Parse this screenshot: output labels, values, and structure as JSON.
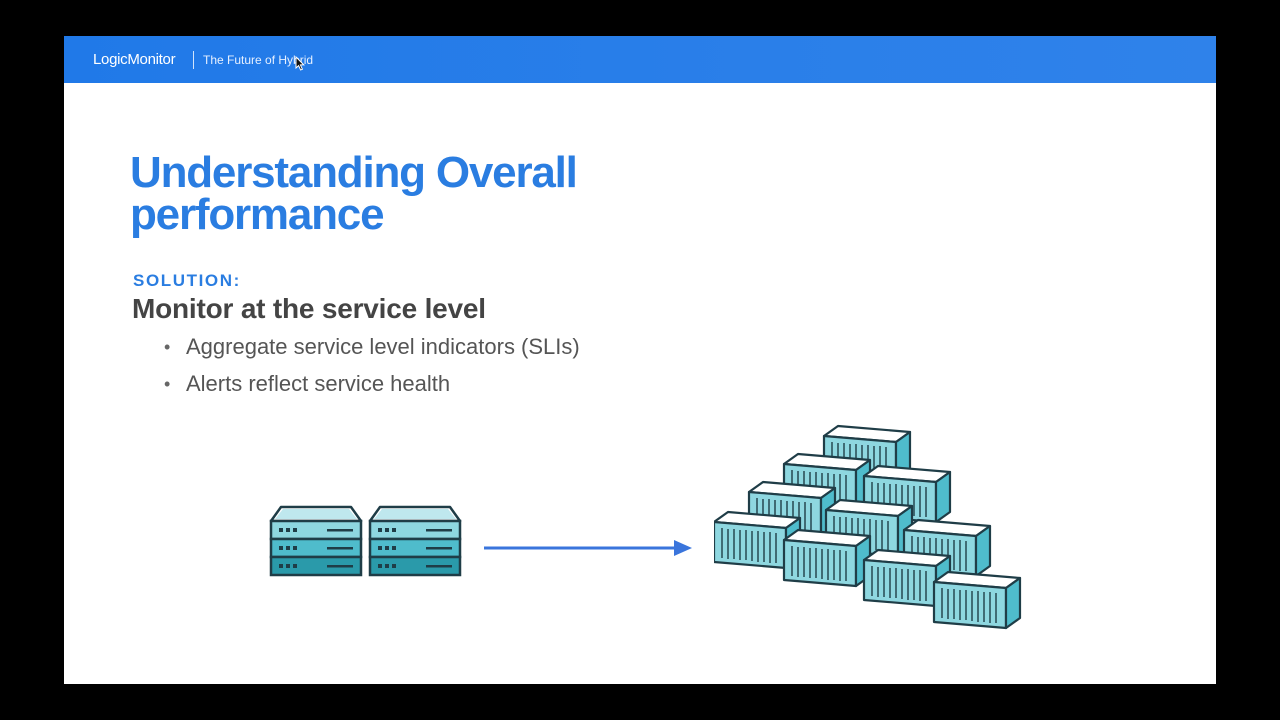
{
  "header": {
    "brand": "LogicMonitor",
    "tagline": "The Future of Hybrid"
  },
  "slide": {
    "title": "Understanding Overall performance",
    "solution_label": "SOLUTION:",
    "subtitle": "Monitor at the service level",
    "bullets": [
      "Aggregate service level indicators (SLIs)",
      "Alerts reflect service health"
    ]
  },
  "icons": {
    "servers": "server-rack-icon",
    "arrow": "arrow-right-icon",
    "containers": "shipping-containers-icon",
    "cursor": "mouse-pointer-icon"
  },
  "colors": {
    "header_blue": "#2079e8",
    "title_blue": "#2a7de1",
    "teal": "#5fc7d3",
    "teal_dark": "#2a9aaa",
    "outline": "#1f3d47",
    "arrow_blue": "#3a75dc"
  }
}
